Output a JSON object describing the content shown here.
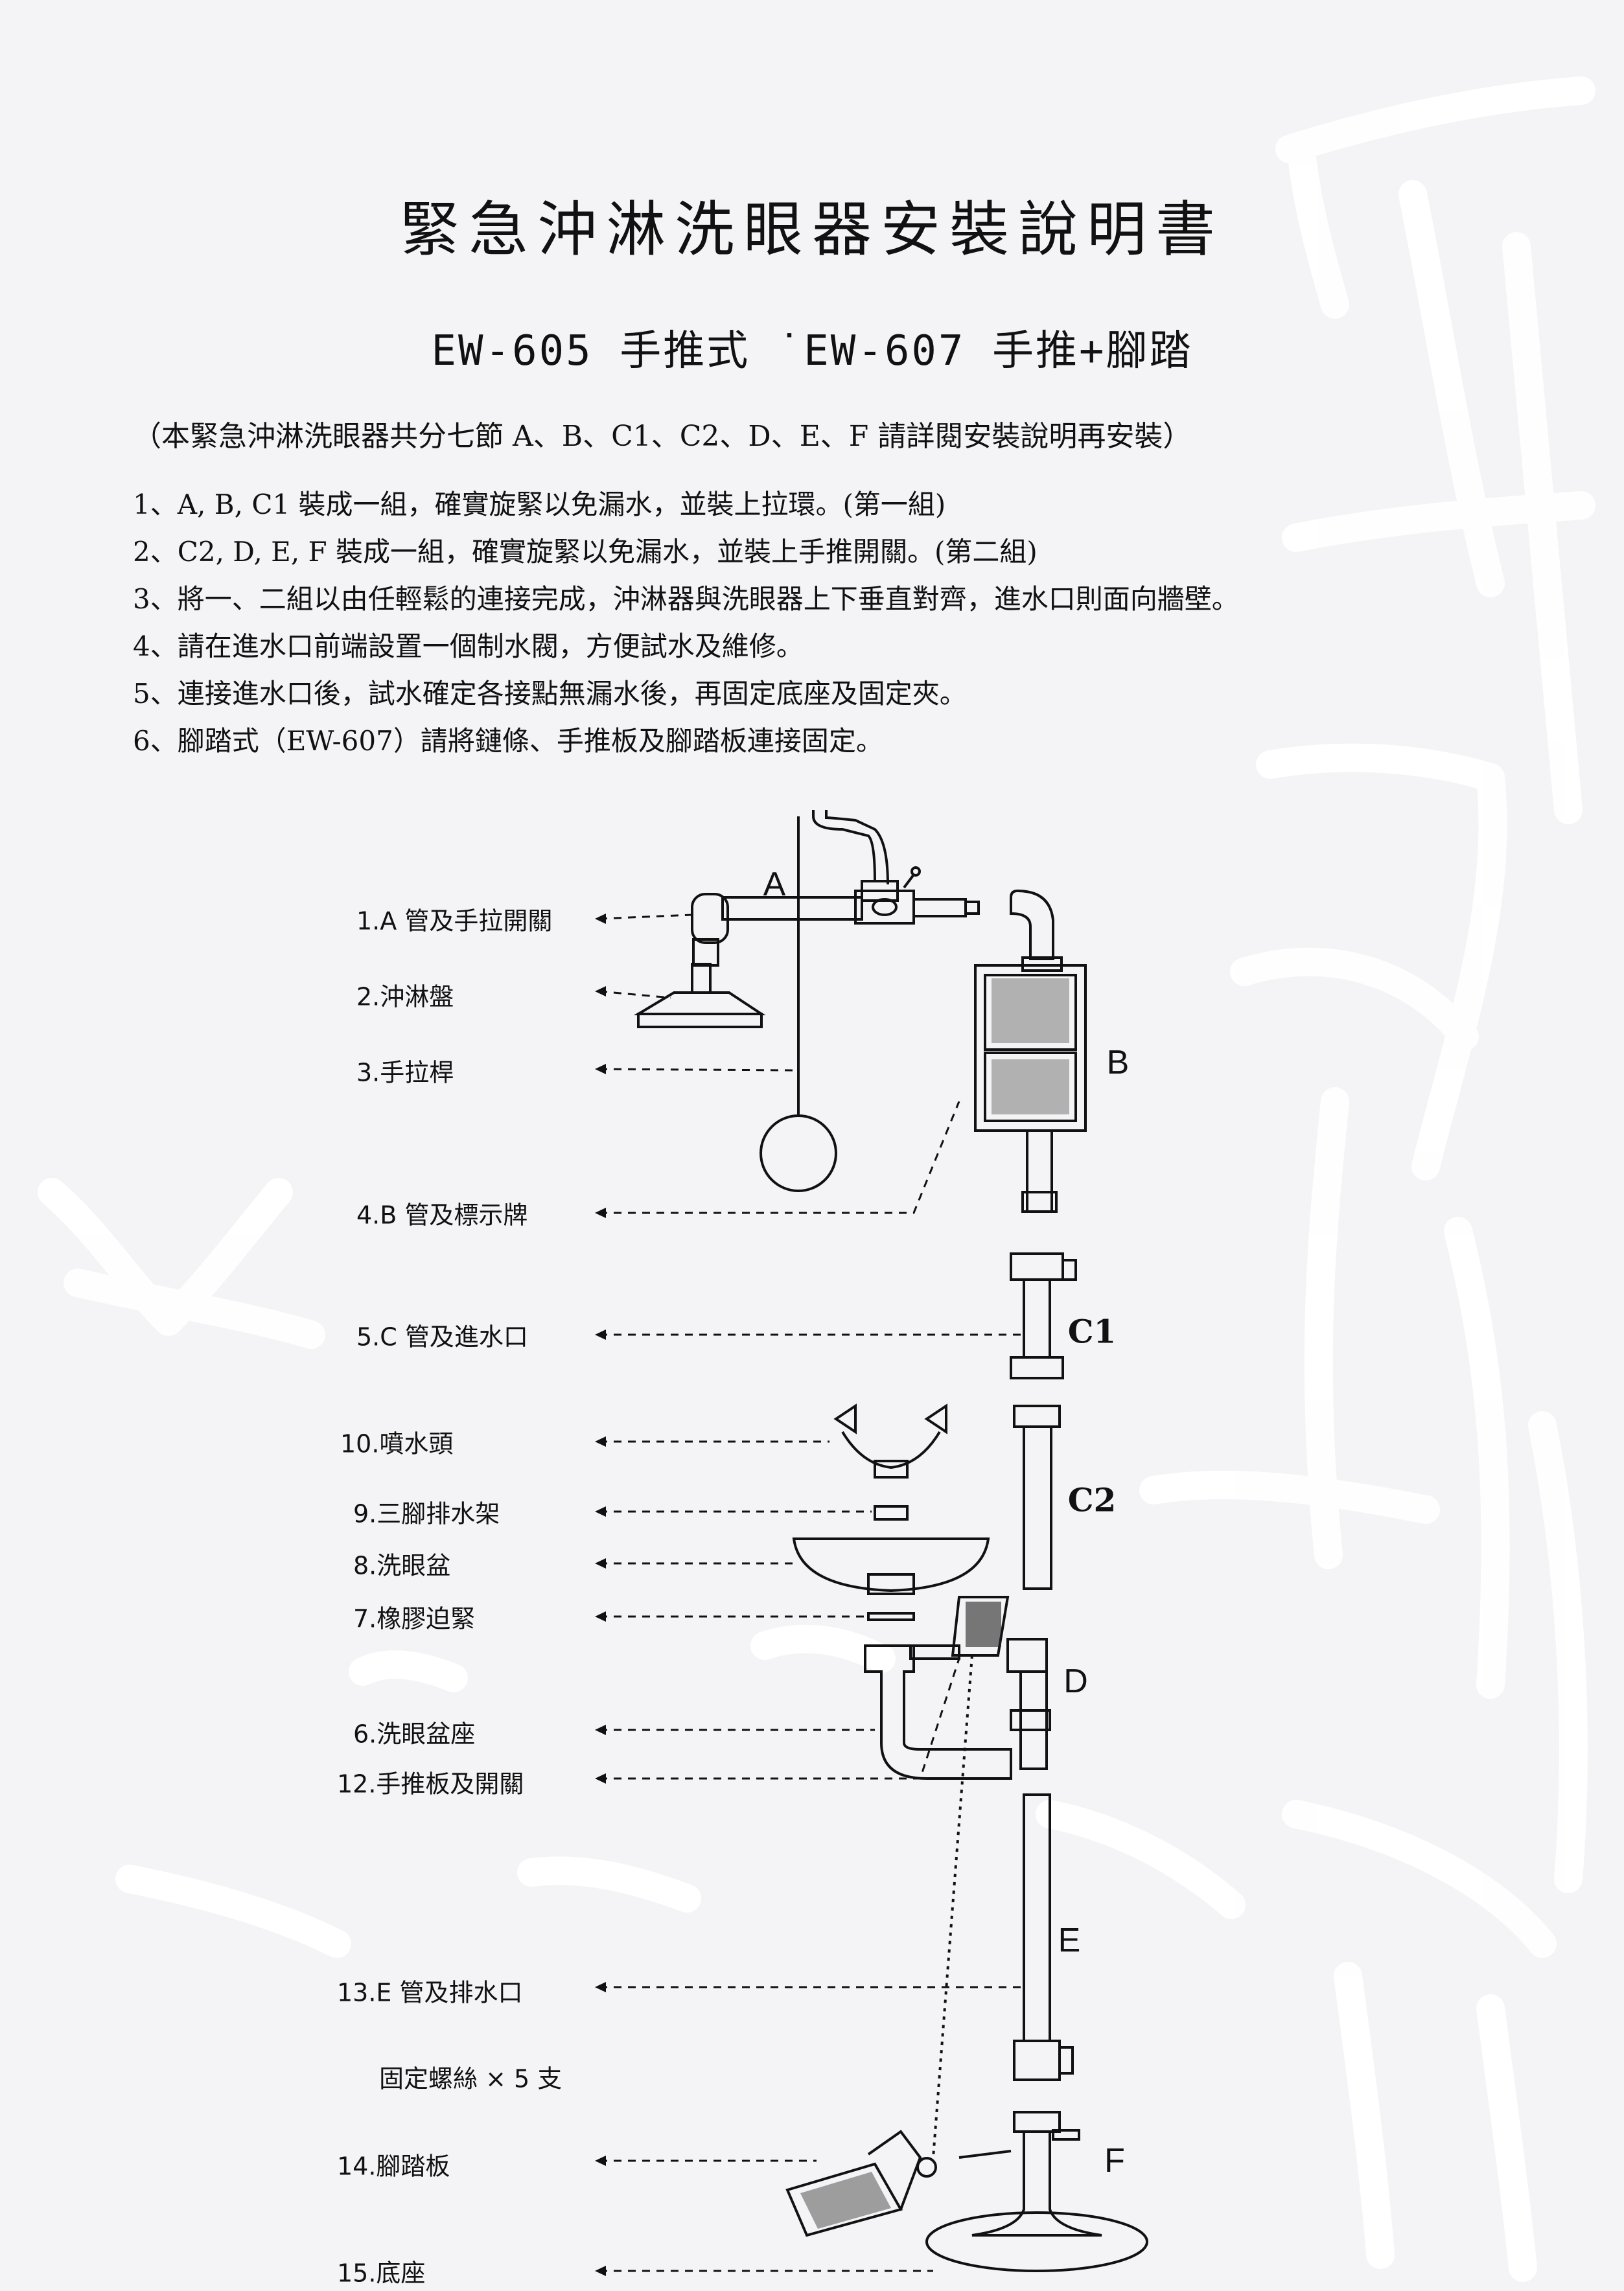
{
  "document": {
    "title": "緊急沖淋洗眼器安裝說明書",
    "subtitle": "EW-605 手推式 ˙EW-607 手推+腳踏",
    "intro": "（本緊急沖淋洗眼器共分七節 A、B、C1、C2、D、E、F 請詳閱安裝說明再安裝）",
    "steps": [
      "1、A, B, C1 裝成一組，確實旋緊以免漏水，並裝上拉環。(第一組)",
      "2、C2, D, E, F 裝成一組，確實旋緊以免漏水，並裝上手推開關。(第二組)",
      "3、將一、二組以由任輕鬆的連接完成，沖淋器與洗眼器上下垂直對齊，進水口則面向牆壁。",
      "4、請在進水口前端設置一個制水閥，方便試水及維修。",
      "5、連接進水口後，試水確定各接點無漏水後，再固定底座及固定夾。",
      "6、腳踏式（EW-607）請將鏈條、手推板及腳踏板連接固定。"
    ]
  },
  "diagram": {
    "parts": {
      "p1": "1.A 管及手拉開關",
      "p2": "2.沖淋盤",
      "p3": "3.手拉桿",
      "p4": "4.B 管及標示牌",
      "p5": "5.C 管及進水口",
      "p10": "10.噴水頭",
      "p9": "9.三腳排水架",
      "p8": "8.洗眼盆",
      "p7": "7.橡膠迫緊",
      "p6": "6.洗眼盆座",
      "p12": "12.手推板及開關",
      "p13": "13.E 管及排水口",
      "screws": "固定螺絲 × 5 支",
      "p14": "14.腳踏板",
      "p15": "15.底座"
    },
    "sections": {
      "A": "A",
      "B": "B",
      "C1": "C1",
      "C2": "C2",
      "D": "D",
      "E": "E",
      "F": "F"
    }
  },
  "colors": {
    "ink": "#111111",
    "paper": "#f4f4f6",
    "watermark": "#ffffff"
  }
}
